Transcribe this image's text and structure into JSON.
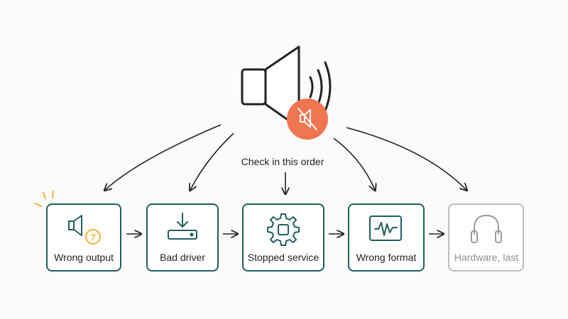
{
  "diagram": {
    "caption": "Check in this order",
    "steps": [
      {
        "label": "Wrong output",
        "icon": "speaker-question-icon",
        "state": "active"
      },
      {
        "label": "Bad driver",
        "icon": "download-driver-icon",
        "state": "normal"
      },
      {
        "label": "Stopped service",
        "icon": "gear-chip-icon",
        "state": "normal"
      },
      {
        "label": "Wrong format",
        "icon": "waveform-icon",
        "state": "normal"
      },
      {
        "label": "Hardware, last",
        "icon": "headphones-icon",
        "state": "muted"
      }
    ],
    "colors": {
      "teal": "#1f5f5c",
      "ink": "#222222",
      "accent": "#f07551",
      "highlight": "#f2b233",
      "muted": "#bdbdbd",
      "muted_text": "#8f8f8f",
      "box_fill": "#ffffff"
    }
  }
}
